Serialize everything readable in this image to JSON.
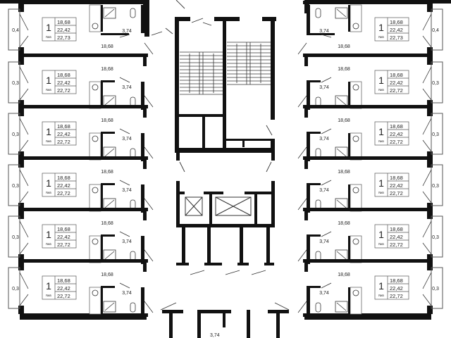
{
  "colors": {
    "wall": "#111111",
    "line": "#333333",
    "background": "#ffffff"
  },
  "left_units": [
    {
      "rooms": "1",
      "living": "18,68",
      "total": "22,42",
      "total_with_balcony": "22,73",
      "label": "Nкв",
      "room_area": "18,68",
      "bath": "3,74",
      "balcony": "0,4"
    },
    {
      "rooms": "1",
      "living": "18,68",
      "total": "22,42",
      "total_with_balcony": "22,72",
      "label": "Nкв",
      "room_area": "18,68",
      "bath": "3,74",
      "balcony": "0,3"
    },
    {
      "rooms": "1",
      "living": "18,68",
      "total": "22,42",
      "total_with_balcony": "22,72",
      "label": "Nкв",
      "room_area": "18,68",
      "bath": "3,74",
      "balcony": "0,3"
    },
    {
      "rooms": "1",
      "living": "18,68",
      "total": "22,42",
      "total_with_balcony": "22,72",
      "label": "Nкв",
      "room_area": "18,68",
      "bath": "3,74",
      "balcony": "0,3"
    },
    {
      "rooms": "1",
      "living": "18,68",
      "total": "22,42",
      "total_with_balcony": "22,72",
      "label": "Nкв",
      "room_area": "18,68",
      "bath": "3,74",
      "balcony": "0,3"
    },
    {
      "rooms": "1",
      "living": "18,68",
      "total": "22,42",
      "total_with_balcony": "22,72",
      "label": "Nкв",
      "room_area": "18,68",
      "bath": "3,74",
      "balcony": "0,3"
    }
  ],
  "right_units": [
    {
      "rooms": "1",
      "living": "18,68",
      "total": "22,42",
      "total_with_balcony": "22,73",
      "label": "Nкв",
      "room_area": "18,68",
      "bath": "3,74",
      "balcony": "0,4"
    },
    {
      "rooms": "1",
      "living": "18,68",
      "total": "22,42",
      "total_with_balcony": "22,72",
      "label": "Nкв",
      "room_area": "18,68",
      "bath": "3,74",
      "balcony": "0,3"
    },
    {
      "rooms": "1",
      "living": "18,68",
      "total": "22,42",
      "total_with_balcony": "22,72",
      "label": "Nкв",
      "room_area": "18,68",
      "bath": "3,74",
      "balcony": "0,3"
    },
    {
      "rooms": "1",
      "living": "18,68",
      "total": "22,42",
      "total_with_balcony": "22,72",
      "label": "Nкв",
      "room_area": "18,68",
      "bath": "3,74",
      "balcony": "0,3"
    },
    {
      "rooms": "1",
      "living": "18,68",
      "total": "22,42",
      "total_with_balcony": "22,72",
      "label": "Nкв",
      "room_area": "18,68",
      "bath": "3,74",
      "balcony": "0,3"
    },
    {
      "rooms": "1",
      "living": "18,68",
      "total": "22,42",
      "total_with_balcony": "22,72",
      "label": "Nкв",
      "room_area": "18,68",
      "bath": "3,74",
      "balcony": "0,3"
    }
  ],
  "core": {
    "bottom_bath": "3,74"
  }
}
